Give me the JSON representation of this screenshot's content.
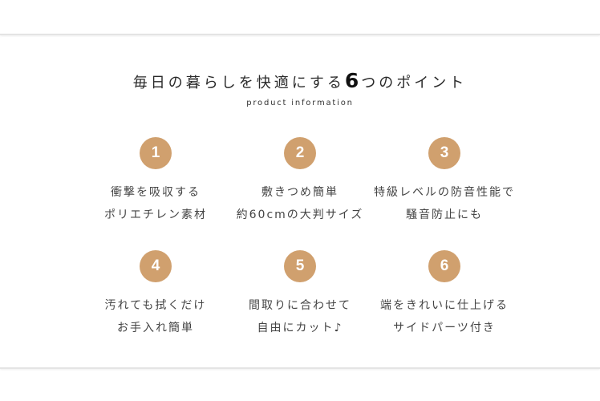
{
  "header": {
    "title_pre": "毎日の暮らしを快適にする",
    "title_num": "6",
    "title_post": "つのポイント",
    "subtitle": "product information"
  },
  "accent_color": "#d0a06e",
  "points": [
    {
      "num": "1",
      "line1": "衝撃を吸収する",
      "line2": "ポリエチレン素材"
    },
    {
      "num": "2",
      "line1": "敷きつめ簡単",
      "line2": "約60cmの大判サイズ"
    },
    {
      "num": "3",
      "line1": "特級レベルの防音性能で",
      "line2": "騒音防止にも"
    },
    {
      "num": "4",
      "line1": "汚れても拭くだけ",
      "line2": "お手入れ簡単"
    },
    {
      "num": "5",
      "line1": "間取りに合わせて",
      "line2": "自由にカット♪"
    },
    {
      "num": "6",
      "line1": "端をきれいに仕上げる",
      "line2": "サイドパーツ付き"
    }
  ]
}
